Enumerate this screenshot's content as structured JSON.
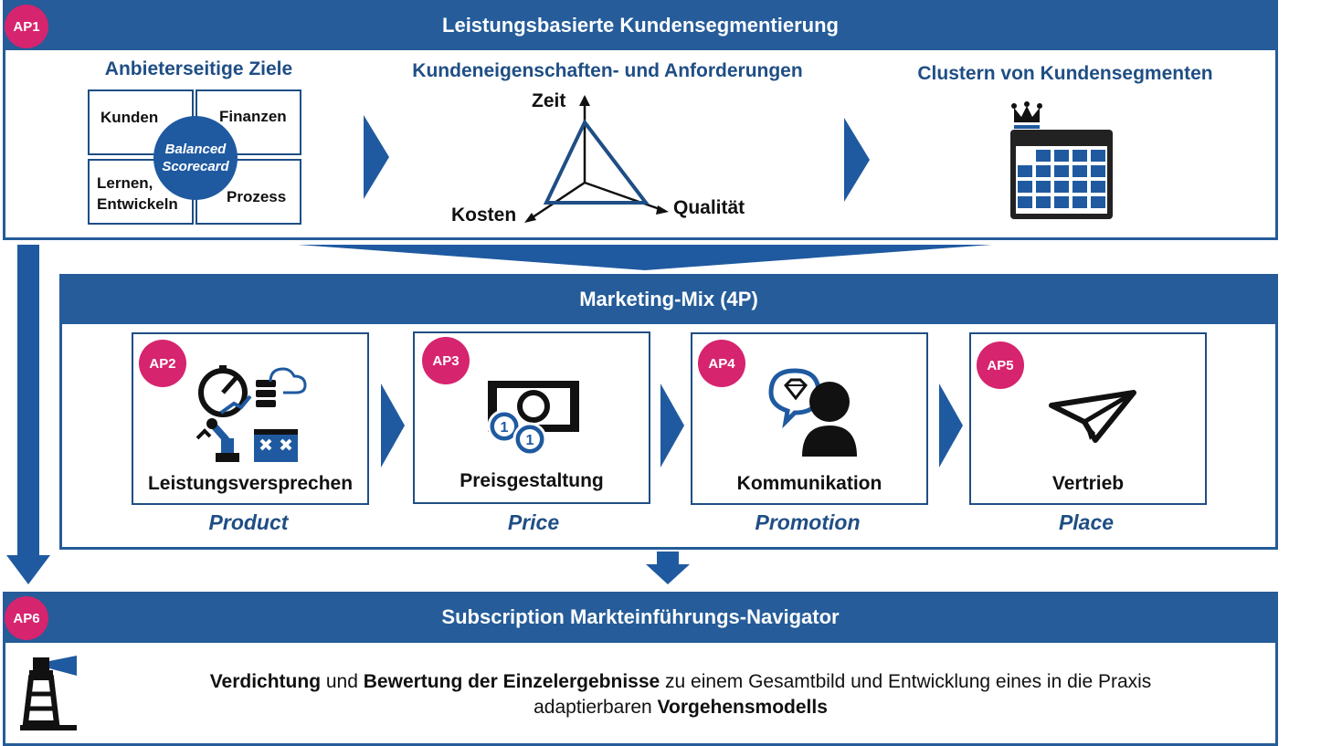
{
  "colors": {
    "primary": "#255c99",
    "accent": "#d6246e",
    "text": "#111111"
  },
  "top": {
    "badge": "AP1",
    "title": "Leistungsbasierte Kundensegmentierung",
    "col1": {
      "title": "Anbieterseitige Ziele",
      "q1": "Kunden",
      "q2": "Finanzen",
      "q3a": "Lernen,",
      "q3b": "Entwickeln",
      "q4": "Prozess",
      "center_a": "Balanced",
      "center_b": "Scorecard"
    },
    "col2": {
      "title": "Kundeneigenschaften- und Anforderungen",
      "axis_top": "Zeit",
      "axis_left": "Kosten",
      "axis_right": "Qualität"
    },
    "col3": {
      "title": "Clustern von Kundensegmenten",
      "icon": "calendar-crown-icon"
    }
  },
  "middle": {
    "title": "Marketing-Mix (4P)",
    "cards": [
      {
        "badge": "AP2",
        "label": "Leistungsversprechen",
        "p": "Product",
        "icon": "product-icons"
      },
      {
        "badge": "AP3",
        "label": "Preisgestaltung",
        "p": "Price",
        "icon": "money-icon"
      },
      {
        "badge": "AP4",
        "label": "Kommunikation",
        "p": "Promotion",
        "icon": "speech-person-icon"
      },
      {
        "badge": "AP5",
        "label": "Vertrieb",
        "p": "Place",
        "icon": "paper-plane-icon"
      }
    ]
  },
  "bottom": {
    "badge": "AP6",
    "title": "Subscription Markteinführungs-Navigator",
    "t1": "Verdichtung",
    "t2": " und ",
    "t3": "Bewertung der Einzelergebnisse",
    "t4": " zu einem Gesamtbild und Entwicklung eines in die Praxis",
    "t5": "adaptierbaren ",
    "t6": "Vorgehensmodells",
    "icon": "lighthouse-icon"
  }
}
